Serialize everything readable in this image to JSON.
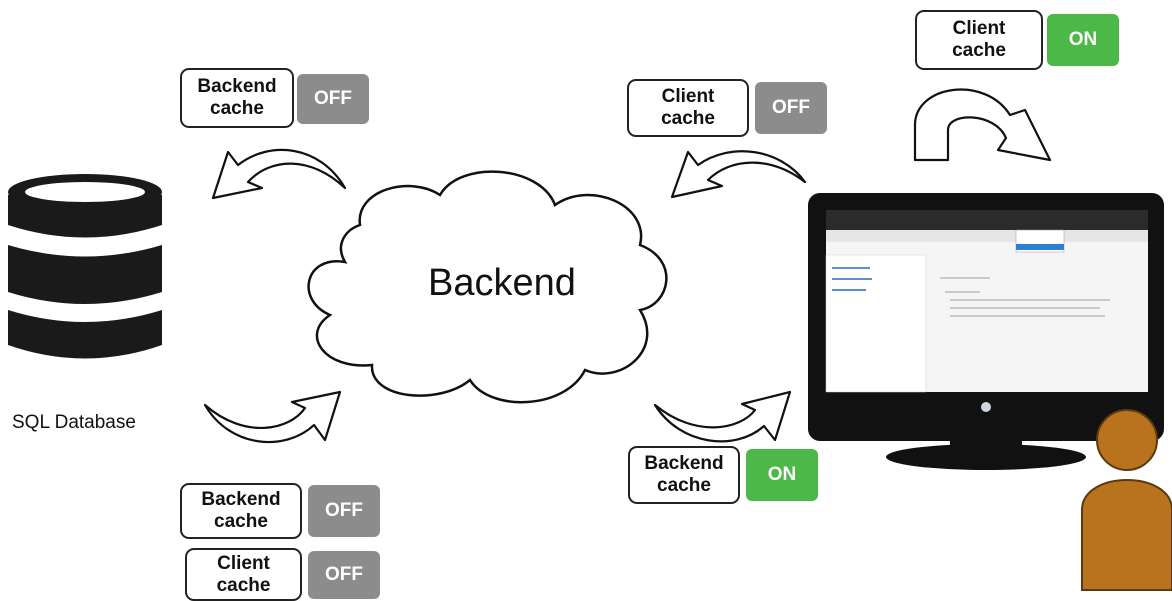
{
  "diagram": {
    "center_label": "Backend",
    "database_label": "SQL Database"
  },
  "badges": [
    {
      "id": "backend-cache-top-left",
      "line1": "Backend",
      "line2": "cache",
      "state": "OFF"
    },
    {
      "id": "client-cache-top-middle",
      "line1": "Client",
      "line2": "cache",
      "state": "OFF"
    },
    {
      "id": "client-cache-top-right",
      "line1": "Client",
      "line2": "cache",
      "state": "ON"
    },
    {
      "id": "backend-cache-bottom-left",
      "line1": "Backend",
      "line2": "cache",
      "state": "OFF"
    },
    {
      "id": "client-cache-bottom-left",
      "line1": "Client",
      "line2": "cache",
      "state": "OFF"
    },
    {
      "id": "backend-cache-bottom-right",
      "line1": "Backend",
      "line2": "cache",
      "state": "ON"
    }
  ],
  "colors": {
    "on": "#4cb848",
    "off": "#8c8c8c",
    "database": "#1a1a1a",
    "user": "#b8731c"
  }
}
